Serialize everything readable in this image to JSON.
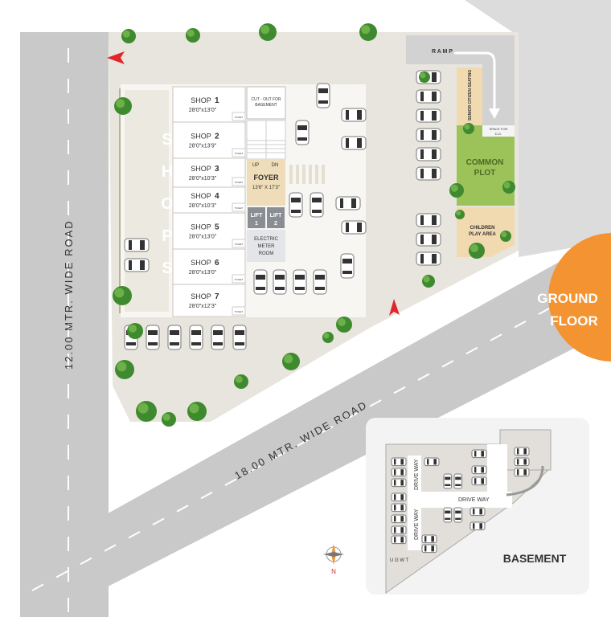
{
  "roads": {
    "left_road": "12.00 MTR. WIDE ROAD",
    "diagonal_road": "18.00 MTR. WIDE ROAD"
  },
  "floor_label": {
    "line1": "GROUND",
    "line2": "FLOOR"
  },
  "shops_vertical": [
    "S",
    "H",
    "O",
    "P",
    "S"
  ],
  "shops": [
    {
      "name": "SHOP",
      "num": "1",
      "size": "28'0\"x13'0\""
    },
    {
      "name": "SHOP",
      "num": "2",
      "size": "28'0\"x13'9\""
    },
    {
      "name": "SHOP",
      "num": "3",
      "size": "28'0\"x10'3\""
    },
    {
      "name": "SHOP",
      "num": "4",
      "size": "28'0\"x10'3\""
    },
    {
      "name": "SHOP",
      "num": "5",
      "size": "28'0\"x13'0\""
    },
    {
      "name": "SHOP",
      "num": "6",
      "size": "28'0\"x13'0\""
    },
    {
      "name": "SHOP",
      "num": "7",
      "size": "28'0\"x12'3\""
    }
  ],
  "toilet_label": "TOILET",
  "core": {
    "cutout": [
      "CUT - OUT FOR",
      "BASEMENT"
    ],
    "up": "UP",
    "dn": "DN",
    "foyer": "FOYER",
    "foyer_size": "13'6\" X 17'3\"",
    "lift1": [
      "LIFT",
      "1"
    ],
    "lift2": [
      "LIFT",
      "2"
    ],
    "electric": [
      "ELECTRIC",
      "METER",
      "ROOM"
    ]
  },
  "amenities": {
    "ramp": "R A M P",
    "senior": "SENIOR CITIZEN SEATING",
    "dg": [
      "SPACE FOR",
      "D.G."
    ],
    "common": [
      "COMMON",
      "PLOT"
    ],
    "play": [
      "CHILDREN",
      "PLAY AREA"
    ]
  },
  "basement": {
    "title": "BASEMENT",
    "drive_way_1": "DRIVE WAY",
    "drive_way_2": "DRIVE WAY",
    "drive_way_3": "DRIVE WAY",
    "ugwt": "U G W T"
  },
  "compass": {
    "north": "N"
  },
  "colors": {
    "road": "#c9c9c9",
    "site": "#e8e5de",
    "accent_orange": "#f39331",
    "green": "#9cc35a",
    "beige": "#f1d9b0",
    "arrow_red": "#e0262b"
  }
}
